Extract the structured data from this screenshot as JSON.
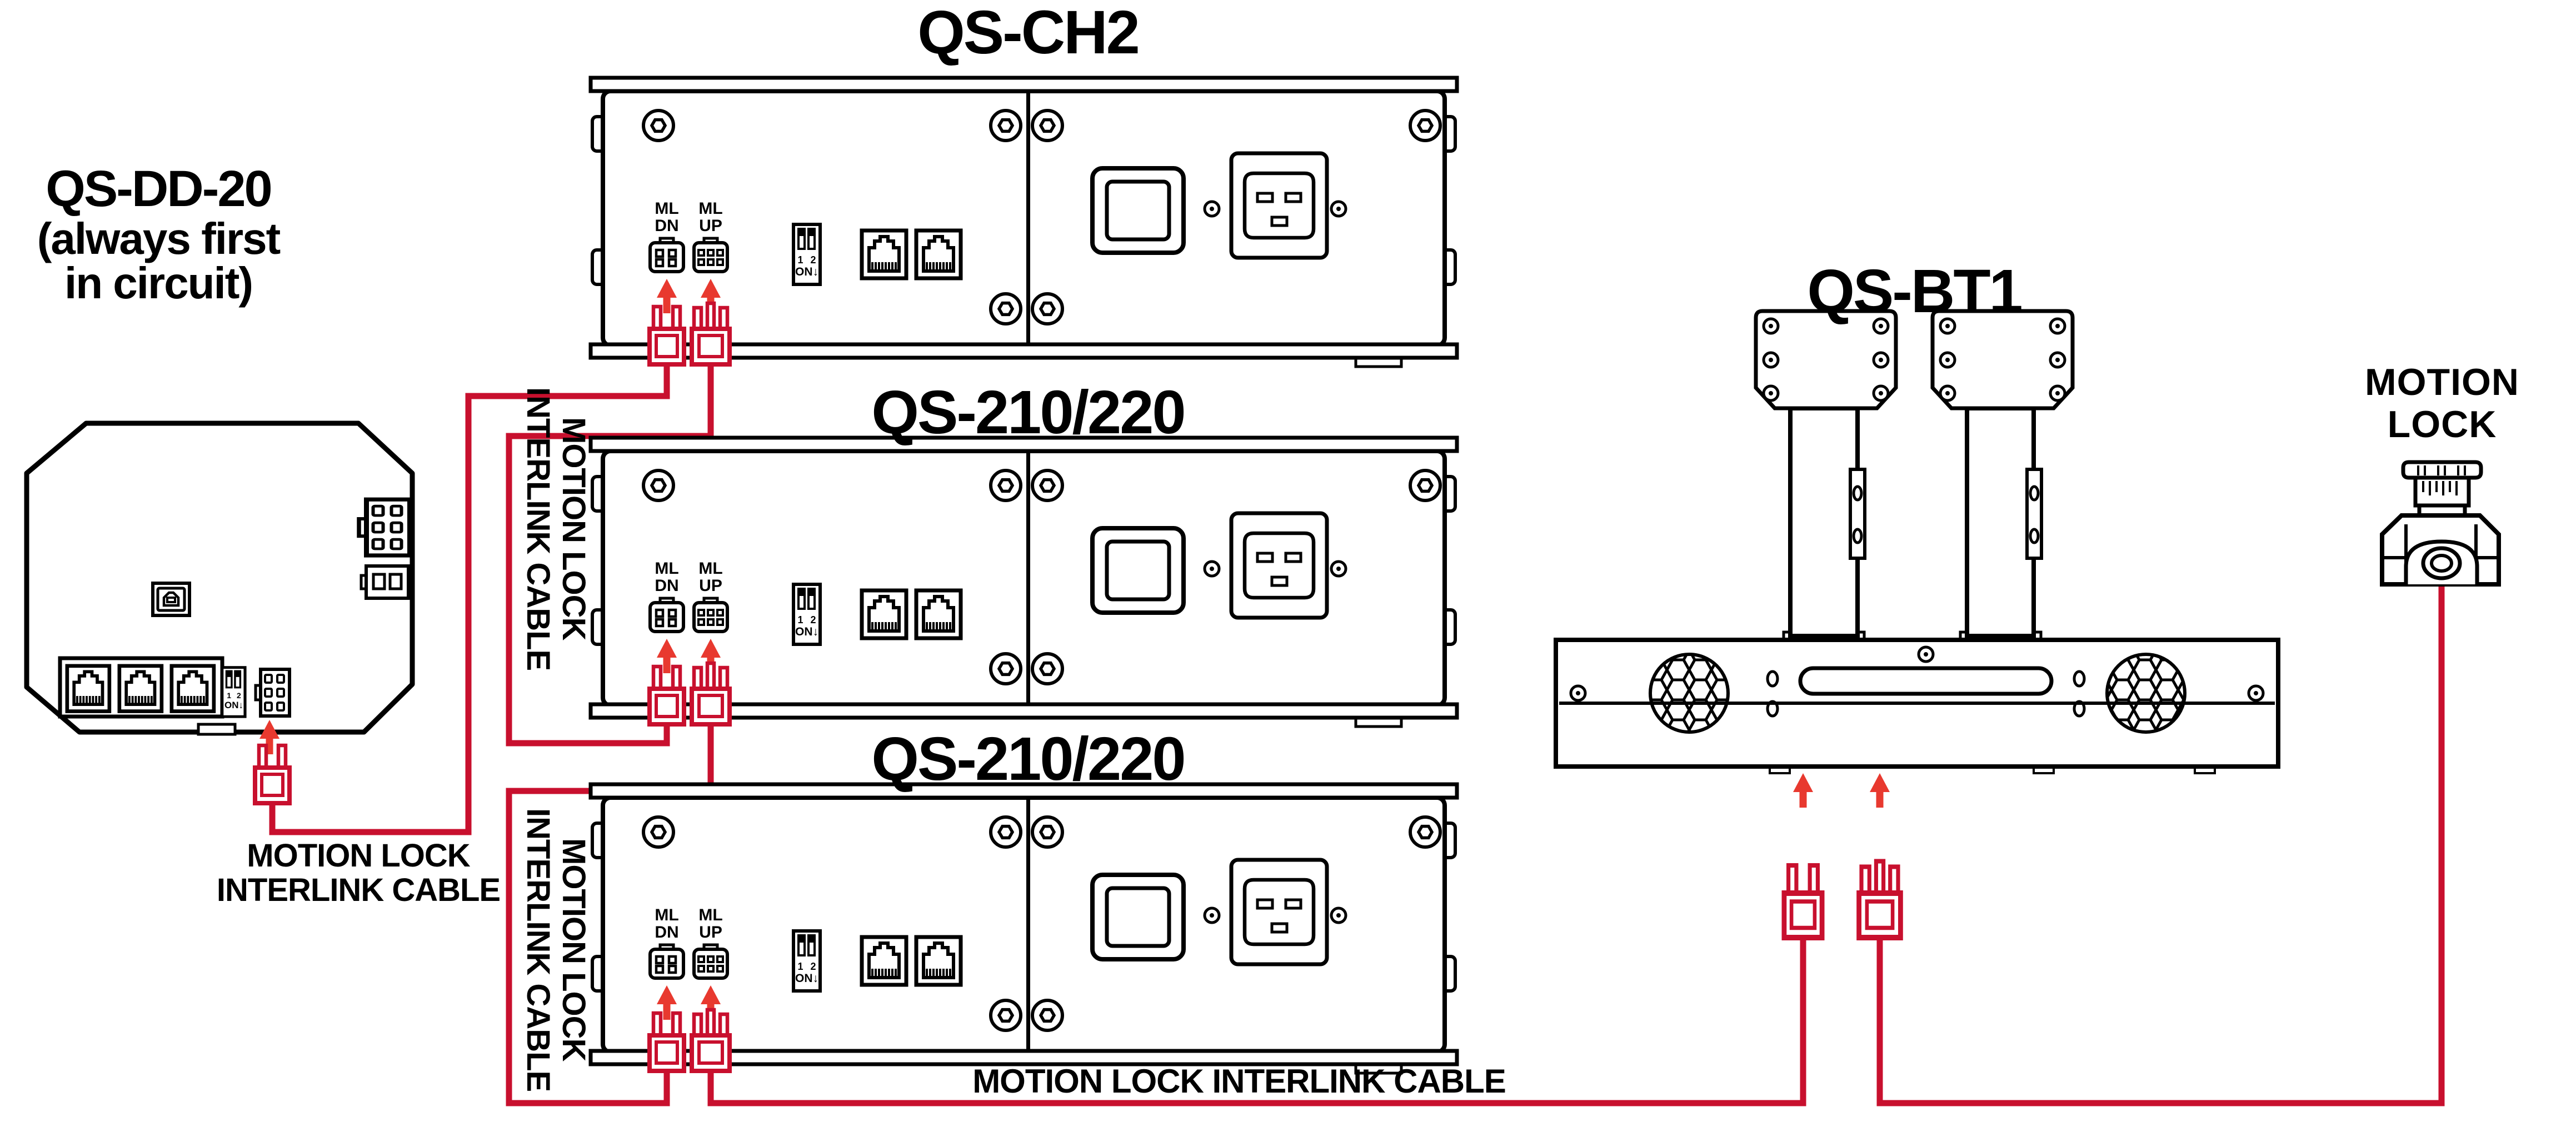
{
  "colors": {
    "background": "#FFFFFF",
    "ink": "#000000",
    "cable_red": "#C8102E",
    "arrow_red": "#E8392F"
  },
  "icons": {
    "arrow_up": "arrow-up-icon",
    "cable_plug_2pin": "cable-plug-2pin-icon",
    "cable_plug_3pin": "cable-plug-3pin-icon",
    "rj45": "rj45-port-icon",
    "usb_b": "usb-b-port-icon",
    "dip_switch": "dip-switch-icon",
    "ml_port_4pin": "ml-port-4pin-icon",
    "ml_port_6pin": "ml-port-6pin-icon",
    "rocker_switch": "rocker-switch-icon",
    "iec_inlet": "iec-power-inlet-icon",
    "screw": "screw-icon",
    "vent": "honeycomb-vent-icon",
    "estop": "emergency-stop-button-icon"
  },
  "dd20": {
    "title": "QS-DD-20",
    "subtitle_lines": [
      "(always first",
      "in circuit)"
    ],
    "dip_top": "1 2",
    "dip_bottom": "ON↓",
    "caption_lines": [
      "MOTION LOCK",
      "INTERLINK CABLE"
    ]
  },
  "units": [
    {
      "title": "QS-CH2",
      "ml_dn": [
        "ML",
        "DN"
      ],
      "ml_up": [
        "ML",
        "UP"
      ],
      "dip_top": "1 2",
      "dip_bottom": "ON↓"
    },
    {
      "title": "QS-210/220",
      "ml_dn": [
        "ML",
        "DN"
      ],
      "ml_up": [
        "ML",
        "UP"
      ],
      "dip_top": "1 2",
      "dip_bottom": "ON↓"
    },
    {
      "title": "QS-210/220",
      "ml_dn": [
        "ML",
        "DN"
      ],
      "ml_up": [
        "ML",
        "UP"
      ],
      "dip_top": "1 2",
      "dip_bottom": "ON↓"
    }
  ],
  "bt1": {
    "title": "QS-BT1"
  },
  "motion_lock": {
    "title_lines": [
      "MOTION",
      "LOCK"
    ]
  },
  "cable_labels": {
    "vertical_1": [
      "MOTION LOCK",
      "INTERLINK CABLE"
    ],
    "vertical_2": [
      "MOTION LOCK",
      "INTERLINK CABLE"
    ],
    "bottom": "MOTION LOCK INTERLINK CABLE"
  }
}
